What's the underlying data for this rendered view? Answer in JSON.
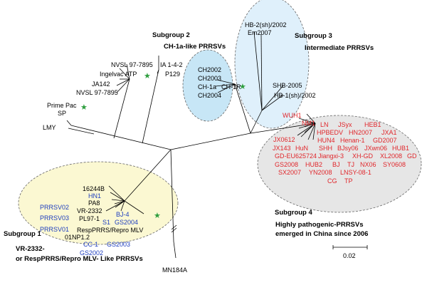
{
  "groups": {
    "sg1": {
      "title": "Subgroup 1",
      "line1": "VR-2332-",
      "line2": "or RespPRRS/Repro MLV- Like PRRSVs"
    },
    "sg2": {
      "title": "Subgroup 2",
      "subtitle": "CH-1a-like PRRSVs"
    },
    "sg3": {
      "title": "Subgroup 3",
      "subtitle": "Intermediate PRRSVs"
    },
    "sg4": {
      "title": "Subgroup 4",
      "line1": "Highly pathogenic-PRRSVs",
      "line2": "emerged in China since 2006"
    }
  },
  "colors": {
    "subgroup1_fill": "#fbf8d2",
    "subgroup2_fill": "#c7e6f6",
    "subgroup3_fill": "#dff0fb",
    "subgroup4_fill": "#e6e6e6",
    "blue_label": "#1f3fbf",
    "red_label": "#e0262b",
    "star": "#2e9e3e"
  },
  "labels": {
    "nvsl_top": "NVSL 97-7895",
    "ia142": "IA 1-4-2",
    "ingelvac": "Ingelvac ATP",
    "p129": "P129",
    "ja142": "JA142",
    "nvsl_bottom": "NVSL 97-7895",
    "primepac": "Prime Pac",
    "sp": "SP",
    "lmy": "LMY",
    "ch2002": "CH2002",
    "ch2003": "CH2003",
    "ch1a": "CH-1a",
    "ch1r": "CH-1R",
    "ch2004": "CH2004",
    "hb2sh": "HB-2(sh)/2002",
    "em2007": "Em2007",
    "shb2005": "SHB-2005",
    "hb1sh": "HB-1(sh)/2002",
    "l16244b": "16244B",
    "hn1": "HN1",
    "pa8": "PA8",
    "prrsv02": "PRRSV02",
    "vr2332": "VR-2332",
    "bj4": "BJ-4",
    "pl971": "PL97-1",
    "s1": "S1",
    "gs2004": "GS2004",
    "prrsv03": "PRRSV03",
    "prrsv01": "PRRSV01",
    "resp": "RespPRRS/Repro MLV",
    "np12": "01NP1.2",
    "gs2003": "GS2003",
    "cc1": "CC-1",
    "gs2002": "GS2002",
    "wuh1": "WUH1",
    "nm1": "NM1",
    "ln": "LN",
    "jsyx": "JSyx",
    "heb1": "HEB1",
    "hpbedv": "HPBEDV",
    "hn2007": "HN2007",
    "jxa1": "JXA1",
    "jx0612": "JX0612",
    "hun4": "HUN4",
    "henan1": "Henan-1",
    "gd2007": "GD2007",
    "jx143": "JX143",
    "hun": "HuN",
    "shh": "SHH",
    "bjsy06": "BJsy06",
    "jxwn06": "JXwn06",
    "hub1": "HUB1",
    "gdeu": "GD-EU625724",
    "jiangxi3": "Jiangxi-3",
    "xhgd": "XH-GD",
    "xl2008": "XL2008",
    "gd": "GD",
    "gs2008": "GS2008",
    "hub2": "HUB2",
    "bj": "BJ",
    "tj": "TJ",
    "nx06": "NX06",
    "sy0608": "SY0608",
    "sx2007": "SX2007",
    "yn2008": "YN2008",
    "lnsy": "LNSY-08-1",
    "cg": "CG",
    "tp": "TP",
    "mn184a": "MN184A"
  },
  "scale": {
    "label": "0.02"
  },
  "icons": {
    "vaccine_marker": "star-icon"
  }
}
